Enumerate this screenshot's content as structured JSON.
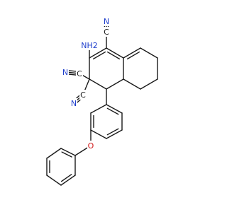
{
  "structure": {
    "bond_color": "#1a1a1a",
    "atom_labels": [
      {
        "id": "nitrile-n-top",
        "text": "N",
        "color": "#1f3fcc"
      },
      {
        "id": "nitrile-c-top",
        "text": "C",
        "color": "#1a1a1a"
      },
      {
        "id": "amino-nh2",
        "text": "NH2",
        "color": "#1f3fcc"
      },
      {
        "id": "nitrile-n-left",
        "text": "N",
        "color": "#1f3fcc"
      },
      {
        "id": "nitrile-c-left",
        "text": "C",
        "color": "#1a1a1a"
      },
      {
        "id": "nitrile-c-lower",
        "text": "C",
        "color": "#1a1a1a"
      },
      {
        "id": "nitrile-n-lower",
        "text": "N",
        "color": "#1f3fcc"
      },
      {
        "id": "ether-o",
        "text": "O",
        "color": "#d11a1a"
      }
    ]
  }
}
